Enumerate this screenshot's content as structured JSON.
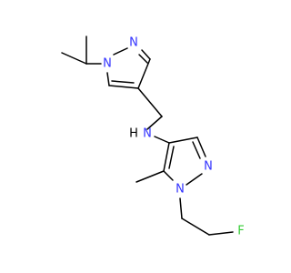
{
  "colors": {
    "bond": "#000000",
    "nitrogen": "#3333ff",
    "fluorine": "#33cc33",
    "hydrogen": "#000000"
  },
  "labels": {
    "n_pyrazole_top_1": "N",
    "n_pyrazole_top_2": "N",
    "n_amine": "N",
    "h_amine": "H",
    "n_pyrazole_bottom_1": "N",
    "n_pyrazole_bottom_2": "N",
    "fluorine": "F"
  }
}
